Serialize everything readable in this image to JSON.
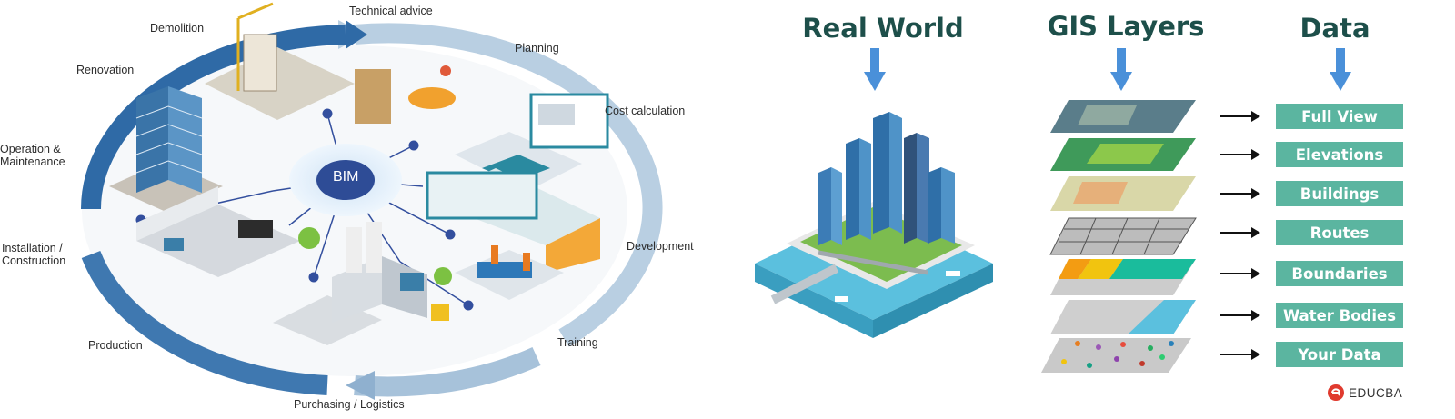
{
  "bim": {
    "center_label": "BIM",
    "stages": {
      "technical_advice": "Technical advice",
      "planning": "Planning",
      "cost_calculation": "Cost calculation",
      "development": "Development",
      "training": "Training",
      "purchasing": "Purchasing / Logistics",
      "production": "Production",
      "installation_1": "Installation /",
      "installation_2": "Construction",
      "operation_1": "Operation &",
      "operation_2": "Maintenance",
      "renovation": "Renovation",
      "demolition": "Demolition"
    },
    "colors": {
      "ring_dark": "#2f6aa6",
      "ring_light": "#b9cfe2",
      "hub": "#2e4c96",
      "node": "#334f9e"
    }
  },
  "gis": {
    "columns": {
      "real_world": "Real World",
      "gis_layers": "GIS Layers",
      "data": "Data"
    },
    "data_items": [
      "Full View",
      "Elevations",
      "Buildings",
      "Routes",
      "Boundaries",
      "Water Bodies",
      "Your Data"
    ],
    "colors": {
      "heading": "#1d4f4a",
      "arrow": "#4a90d9",
      "box": "#5bb5a0",
      "water": "#5bc0de"
    },
    "brand": "EDUCBA"
  }
}
